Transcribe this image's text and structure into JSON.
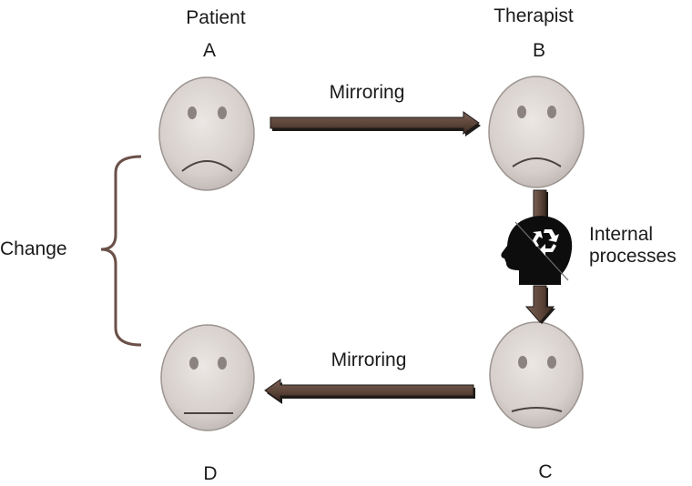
{
  "labels": {
    "patient": "Patient",
    "therapist": "Therapist",
    "a": "A",
    "b": "B",
    "c": "C",
    "d": "D",
    "mirroring_top": "Mirroring",
    "mirroring_bottom": "Mirroring",
    "change": "Change",
    "internal_line1": "Internal",
    "internal_line2": "processes"
  },
  "colors": {
    "face_fill": "#d9d3cf",
    "face_stroke": "#9c9490",
    "eye": "#8a8380",
    "arrow_body": "#5c4438",
    "arrow_shadow": "#1e1a18",
    "brace": "#6a5048",
    "head": "#0d0d0d"
  },
  "faces": [
    {
      "id": "A",
      "expression": "sad"
    },
    {
      "id": "B",
      "expression": "sad"
    },
    {
      "id": "C",
      "expression": "slightly-sad"
    },
    {
      "id": "D",
      "expression": "neutral"
    }
  ],
  "icons": {
    "head": "head-silhouette-icon",
    "recycle": "recycle-icon"
  }
}
